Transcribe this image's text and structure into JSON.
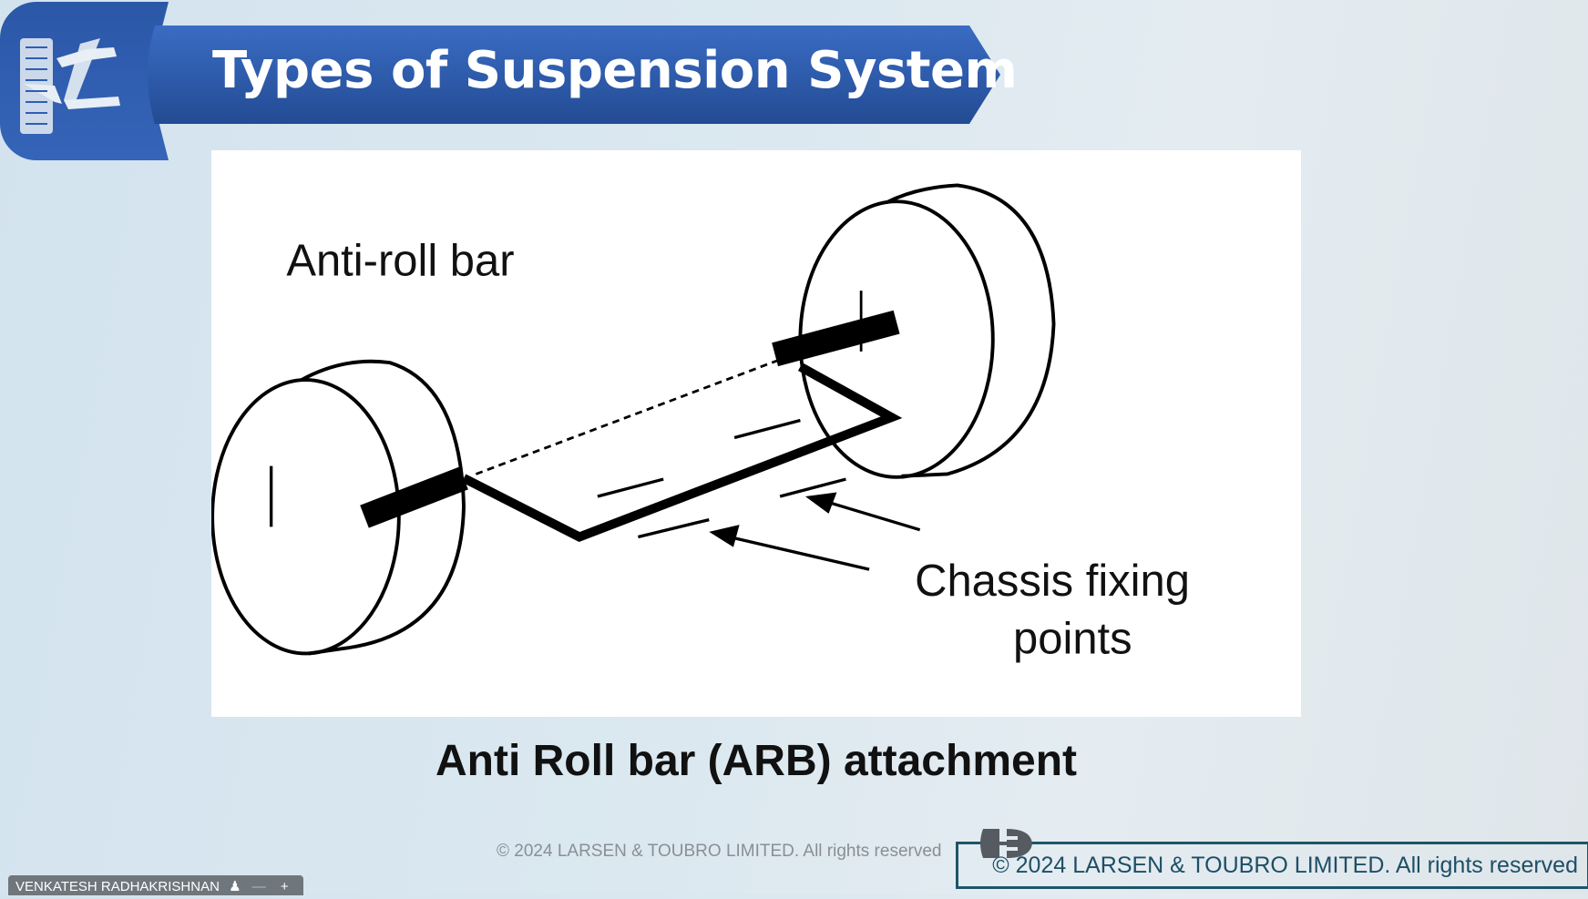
{
  "slide": {
    "title": "Types of Suspension System",
    "logo_icon": "suspension-icon",
    "diagram": {
      "label_bar": "Anti-roll bar",
      "label_chassis_1": "Chassis fixing",
      "label_chassis_2": "points"
    },
    "caption": "Anti Roll bar (ARB) attachment",
    "footer_faint": "© 2024 LARSEN & TOUBRO LIMITED. All rights reserved",
    "footer_boxed": "© 2024 LARSEN & TOUBRO LIMITED. All rights reserved"
  },
  "participant": {
    "name": "VENKATESH RADHAKRISHNAN",
    "minimize": "—",
    "expand": "+"
  },
  "colors": {
    "banner": "#2f5db2",
    "box_border": "#1d5568"
  }
}
